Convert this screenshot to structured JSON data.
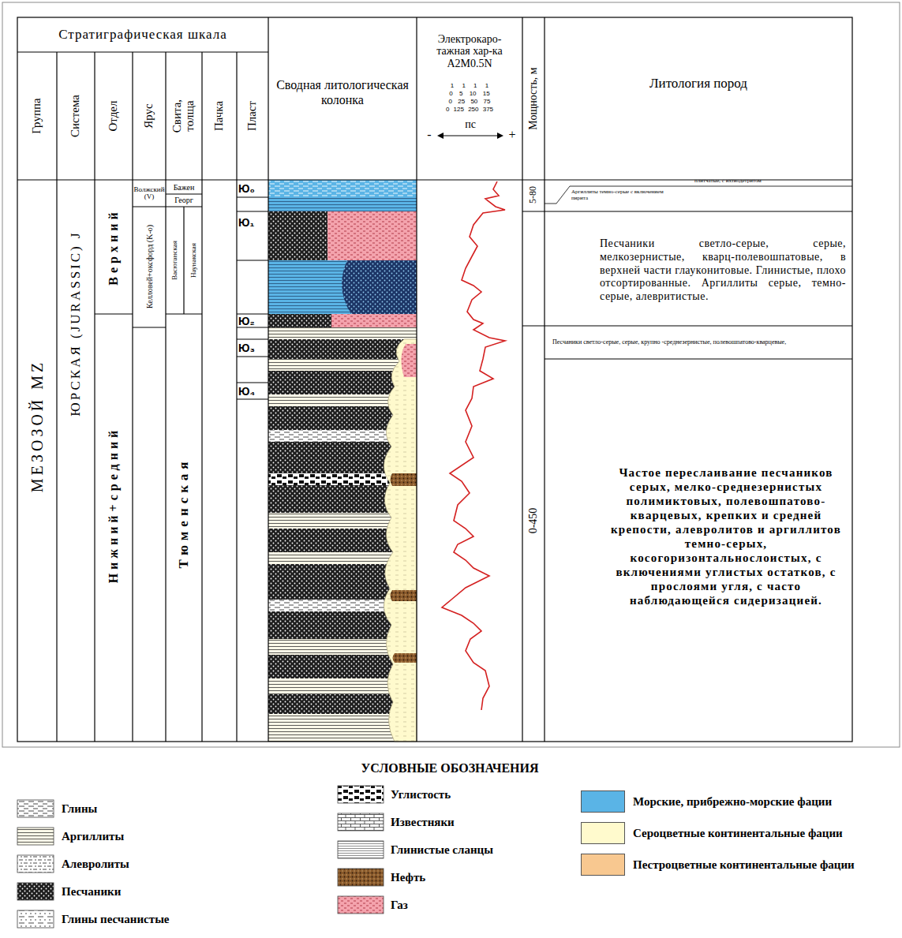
{
  "diagram": {
    "labels": [
      "Стратиграфическая шкала",
      "Группа",
      "Система",
      "Отдел",
      "Ярус",
      "Свита, толща",
      "Пачка",
      "Пласт",
      "Сводная литологическая колонка",
      "Электрокаро- тажная хар-ка A2M0.5N",
      "1 1 1 1",
      "0 5 10 15",
      "0 25 50 75",
      "0 125 250 375",
      "-",
      "пс",
      "+",
      "Мощность, м",
      "Литология пород",
      "МЕЗОЗОЙ MZ",
      "ЮРСКАЯ (JURASSIC) J",
      "Верхний",
      "Нижний+средний",
      "Волжский (V)",
      "Келловей+оксфорд (K-o)",
      "Бажен",
      "Георг",
      "Васюганская",
      "Наунакская",
      "Тюменская",
      "Ю₀",
      "Ю₁",
      "Ю₂",
      "Ю₃",
      "Ю₄",
      "5-80",
      "0-450",
      "плитчатые, с ихтиодетритом",
      "Аргиллиты темно-серые с включением пирита",
      "Песчаники светло-серые, серые, мелкозернистые, кварц-полевошпатовые, в верхней части глауконитовые. Глинистые, плохо отсортированные. Аргиллиты серые, темно-серые, алевритистые.",
      "Песчаники светло-серые, серые, крупно -среднезернистые, полевошпатово-кварцевые,",
      "Частое переслаивание песчаников серых, мелко-среднезернистых полимиктовых, полевошпатово-кварцевых, крепких и средней крепости, алевролитов и аргиллитов темно-серых, косогоризонтальнослоистых, с включениями углистых остатков, с прослоями угля, с часто наблюдающейся сидеризацией.",
      "УСЛОВНЫЕ ОБОЗНАЧЕНИЯ"
    ],
    "legend": [
      {
        "text": "Глины"
      },
      {
        "text": "Аргиллиты"
      },
      {
        "text": "Алевролиты"
      },
      {
        "text": "Песчаники"
      },
      {
        "text": "Глины песчанистые"
      },
      {
        "text": "Углистость"
      },
      {
        "text": "Известняки"
      },
      {
        "text": "Глинистые сланцы"
      },
      {
        "text": "Нефть"
      },
      {
        "text": "Газ"
      },
      {
        "text": "Морские, прибрежно-морские фации",
        "color": "#5ab4e6"
      },
      {
        "text": "Сероцветные континентальные фации",
        "color": "#fffacd"
      },
      {
        "text": "Пестроцветные континентальные фации",
        "color": "#f8c890"
      }
    ]
  }
}
